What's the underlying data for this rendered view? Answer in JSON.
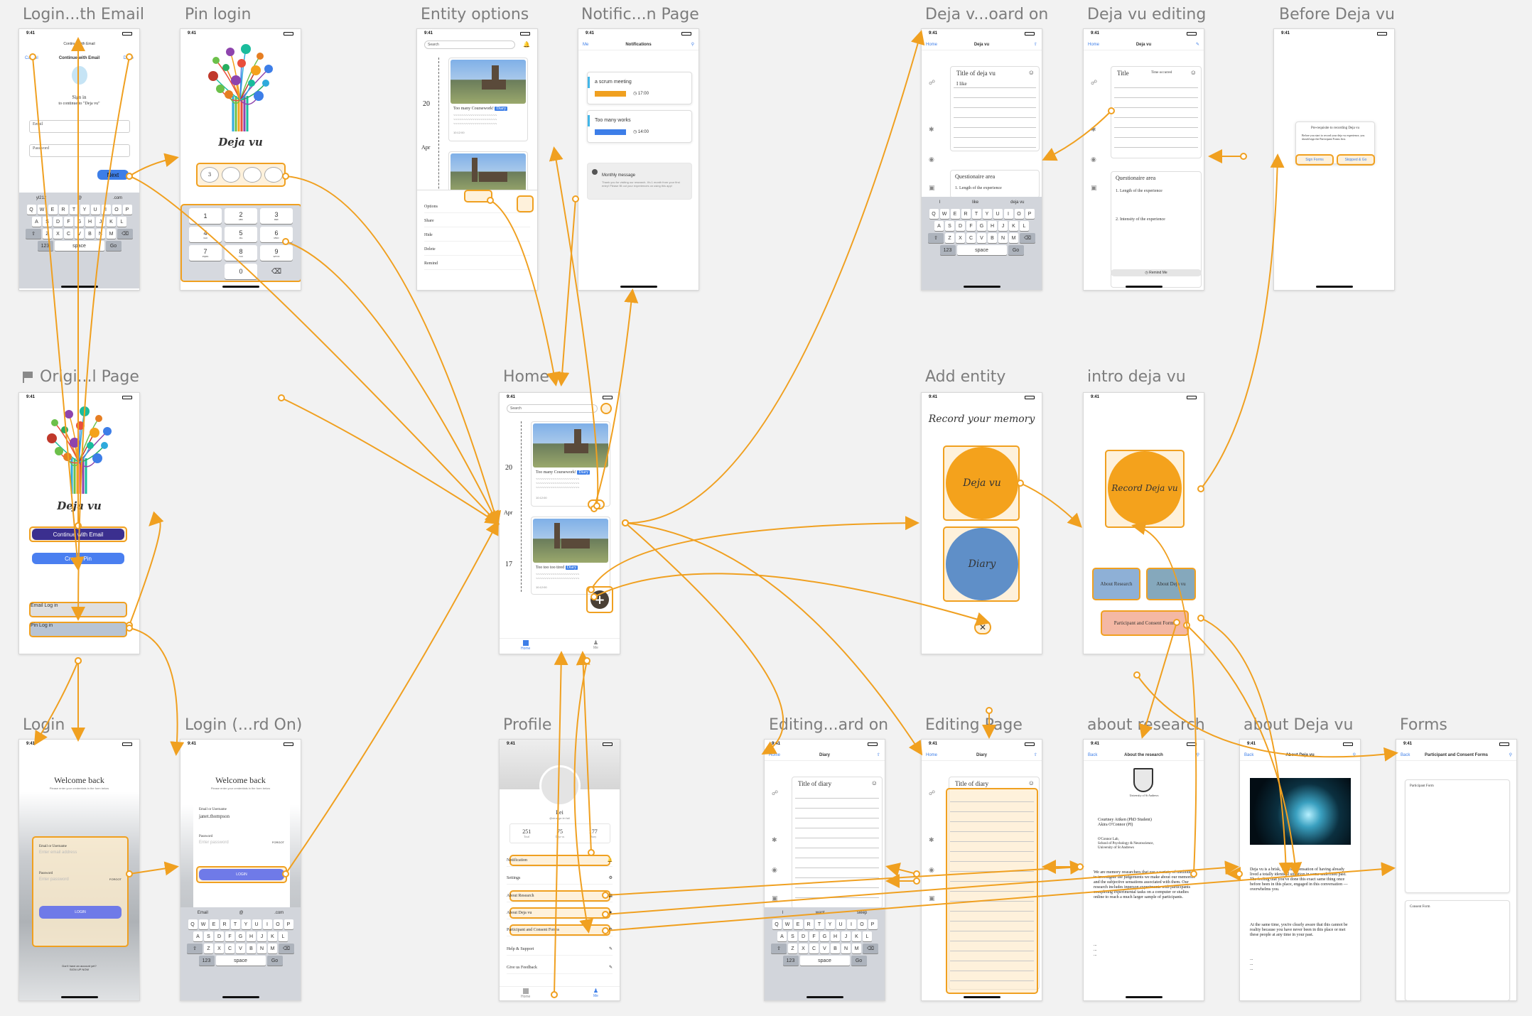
{
  "labels": {
    "login_email": "Login...th Email",
    "pin_login": "Pin login",
    "entity_options": "Entity options",
    "notification_page": "Notific...n Page",
    "dejavu_board": "Deja v...oard on",
    "dejavu_editing": "Deja vu editing",
    "before_dejavu": "Before Deja vu",
    "original_page": "Origi...l Page",
    "home": "Home",
    "add_entity": "Add entity",
    "intro_dejavu": "intro deja vu",
    "login": "Login",
    "login_board": "Login (...rd On)",
    "profile": "Profile",
    "editing_board": "Editing...ard on",
    "editing_page": "Editing Page",
    "about_research": "about research",
    "about_dejavu": "about Deja vu",
    "forms": "Forms"
  },
  "common": {
    "time": "9:41",
    "search_placeholder": "Search",
    "home_back": "Home",
    "back": "Back",
    "app_name": "Deja vu",
    "diary_tag": "Diary"
  },
  "keyboard": {
    "row1": [
      "Q",
      "W",
      "E",
      "R",
      "T",
      "Y",
      "U",
      "I",
      "O",
      "P"
    ],
    "row2": [
      "A",
      "S",
      "D",
      "F",
      "G",
      "H",
      "J",
      "K",
      "L"
    ],
    "row3": [
      "Z",
      "X",
      "C",
      "V",
      "B",
      "N",
      "M"
    ],
    "num": "123",
    "space": "space",
    "go": "Go"
  },
  "login_email": {
    "cancel": "Cancel",
    "done": "Done",
    "header": "Continue with Email",
    "title": "Continue with Email",
    "sign_in": "Sign in",
    "subtitle": "to continue to \"Deja vu\"",
    "email_label": "Email",
    "password_label": "Password",
    "next": "Next",
    "suggestions": [
      "yl212",
      "@",
      ".com"
    ]
  },
  "pin_login": {
    "title": "Deja vu",
    "pin_first": "3",
    "keys": [
      {
        "n": "1",
        "s": ""
      },
      {
        "n": "2",
        "s": "ABC"
      },
      {
        "n": "3",
        "s": "DEF"
      },
      {
        "n": "4",
        "s": "GHI"
      },
      {
        "n": "5",
        "s": "JKL"
      },
      {
        "n": "6",
        "s": "MNO"
      },
      {
        "n": "7",
        "s": "PQRS"
      },
      {
        "n": "8",
        "s": "TUV"
      },
      {
        "n": "9",
        "s": "WXYZ"
      },
      {
        "n": "0",
        "s": ""
      }
    ]
  },
  "entity_options": {
    "date": "20",
    "month": "Apr",
    "card_title": "Too many Coursework!",
    "time": "10:12:00",
    "menu": [
      "Options",
      "Share",
      "Hide",
      "Delete",
      "Remind"
    ]
  },
  "notifications": {
    "back": "Me",
    "title": "Notifications",
    "items": [
      {
        "title": "a scrum meeting",
        "time": "17:00"
      },
      {
        "title": "Too many works",
        "time": "14:00"
      }
    ],
    "monthly": "Monthly message",
    "monthly_text": "Thank you for visiting our research. It's 1 month from your first entry! Please fill out your experiences on using this app!"
  },
  "dejavu_board": {
    "title": "Deja vu",
    "card_title": "Title of deja vu",
    "body": "I like",
    "questionaire": "Questionaire area",
    "q1": "1. Length of the experience",
    "suggestions": [
      "I",
      "like",
      "deja vu"
    ]
  },
  "dejavu_editing": {
    "title": "Deja vu",
    "card_title": "Title",
    "time_label": "Time occurred",
    "questionaire": "Questionaire area",
    "q1": "1. Length of the experience",
    "q2": "2. Intensity of the experience",
    "remind": "Remind Me"
  },
  "before_dejavu": {
    "heading": "Pre-requisite to recording Deja vu",
    "text": "Before you start to record your deja vu experience, you should sign the Participant Forms first.",
    "btn1": "Sign Forms",
    "btn2": "Skipped & Go"
  },
  "original_page": {
    "title": "Deja vu",
    "continue_email": "Continue with Email",
    "create_pin": "Create Pin",
    "email_login": "Email Log in",
    "pin_login": "Pin Log in"
  },
  "home": {
    "date1": "20",
    "month": "Apr",
    "date2": "17",
    "card1_title": "Too many Coursework!",
    "card1_time": "10:12:00",
    "card2_title": "Too too too tired",
    "card2_time": "10:12:00",
    "tab_home": "Home",
    "tab_me": "Me"
  },
  "add_entity": {
    "title": "Record your memory",
    "dejavu": "Deja vu",
    "diary": "Diary"
  },
  "intro_dejavu": {
    "record": "Record Deja vu",
    "about_research": "About Research",
    "about_dejavu": "About Deja vu",
    "forms": "Participant and Consent Forms"
  },
  "login": {
    "title": "Welcome back",
    "subtitle": "Please enter your credentials in the form below",
    "email_label": "Email or Username",
    "email_placeholder": "Enter email address",
    "password_label": "Password",
    "password_placeholder": "Enter password",
    "forgot": "FORGOT",
    "button": "LOGIN",
    "signup_q": "Don't have an account yet?",
    "signup": "SIGN UP NOW"
  },
  "login_board": {
    "title": "Welcome back",
    "subtitle": "Please enter your credentials in the form below",
    "email_label": "Email or Username",
    "email_value": "janet.thompson",
    "password_label": "Password",
    "password_placeholder": "Enter password",
    "forgot": "FORGOT",
    "button": "LOGIN",
    "suggestions": [
      "Email",
      "@",
      ".com"
    ]
  },
  "profile": {
    "name": "Lei",
    "handle": "@strange.lei.fall",
    "stats": [
      {
        "value": "251",
        "label": "Total"
      },
      {
        "value": "75",
        "label": "Deja vu"
      },
      {
        "value": "177",
        "label": "Diary"
      }
    ],
    "items": [
      "Notification",
      "Settings",
      "About Research",
      "About Deja vu",
      "Participant and Consent Forms",
      "Help & Support",
      "Give us Feedback"
    ],
    "tab_home": "Home",
    "tab_me": "Me"
  },
  "editing_board": {
    "title": "Diary",
    "card_title": "Title of diary",
    "suggestions": [
      "I",
      "want",
      "sleep"
    ]
  },
  "editing_page": {
    "title": "Diary",
    "card_title": "Title of diary"
  },
  "about_research": {
    "title": "About the research",
    "university": "University of St Andrews",
    "people1": "Courtney Aitken (PhD Student)",
    "people2": "Akira O'Connor (PI)",
    "lab1": "O'Connor Lab,",
    "lab2": "School of Psychology & Neuroscience,",
    "lab3": "University of St Andrews",
    "body": "We are memory researchers that use a variety of methods to investigate the judgements we make about our memories and the subjective sensations associated with them. Our research includes inperson experiments with participants completing experimental tasks on a computer or studies online to reach a much larger sample of participants.",
    "more": "... ... ..."
  },
  "about_dejavu": {
    "title": "About Deja vu",
    "body1": "Deja vu is a brisk, stunning sensation of having already lived a totally identical situation in some undefined past. The feeling that you've done this exact same thing once before been in this place, engaged in this conversation — overwhelms you.",
    "body2": "At the same time, you're clearly aware that this cannot be reality because you have never been in this place or met these people at any time in your past.",
    "more": "... ... ..."
  },
  "forms": {
    "title": "Participant and Consent Forms",
    "participant": "Participant Form",
    "consent": "Consent Form"
  }
}
